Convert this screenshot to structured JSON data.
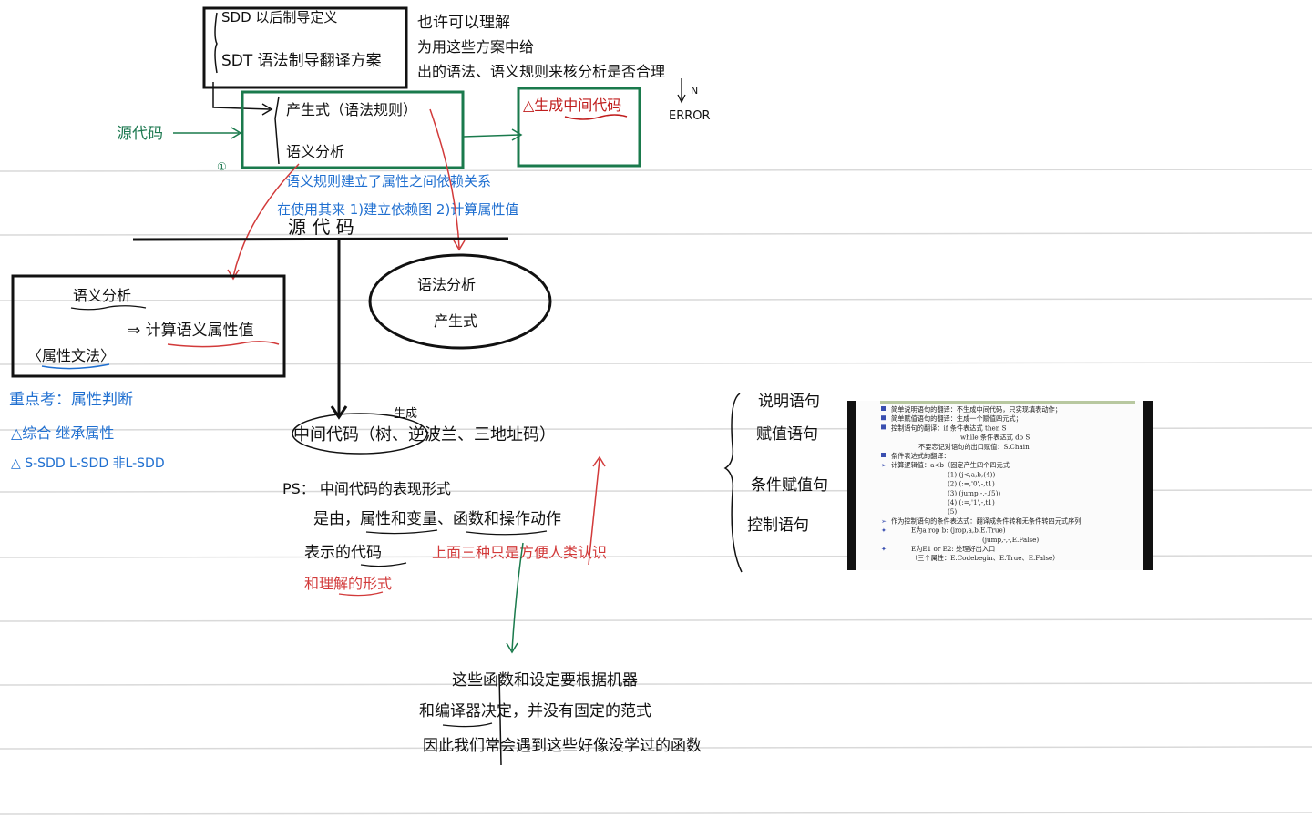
{
  "top_box": {
    "line1": "SDD 以后制导定义",
    "line2": "SDT 语法制导翻译方案"
  },
  "top_note": {
    "line1": "也许可以理解",
    "line2": "为用这些方案中给",
    "line3": "出的语法、语义规则来核分析是否合理"
  },
  "error_label": "ERROR",
  "n_label": "N",
  "source_code_left": "源代码",
  "production_box": {
    "line1": "产生式（语法规则）",
    "line2": "语义分析"
  },
  "gen_box": "△生成中间代码",
  "circle_one": "①",
  "blue_note": {
    "line1": "语义规则建立了属性之间依赖关系",
    "line2": "在使用其来  1)建立依赖图  2)计算属性值"
  },
  "source_code_center": "源  代  码",
  "semantic_box": {
    "title": "语义分析",
    "arrow_text": "⇒ 计算语义属性值",
    "attr_grammar": "〈属性文法〉"
  },
  "syntax_oval": {
    "line1": "语法分析",
    "line2": "产生式"
  },
  "blue_left": {
    "line1": "重点考：属性判断",
    "line2": "△综合  继承属性",
    "line3": "△ S-SDD   L-SDD   非L-SDD"
  },
  "intermediate": {
    "label": "中间代码（树、逆波兰、三地址码）",
    "gen_word": "生成"
  },
  "ps_note": {
    "line1": "PS：  中间代码的表现形式",
    "line2": "是由，属性和变量、函数和操作动作",
    "line3": "表示的代码",
    "line3_red": "上面三种只是方便人类认识",
    "line4_red": "和理解的形式"
  },
  "bottom_note": {
    "line1": "这些函数和设定要根据机器",
    "line2": "和编译器决定，并没有固定的范式",
    "line3": "因此我们常会遇到这些好像没学过的函数"
  },
  "statement_list": {
    "item1": "说明语句",
    "item2": "赋值语句",
    "item3": "条件赋值句",
    "item4": "控制语句"
  },
  "slide": {
    "lines": [
      "简单说明语句的翻译：不生成中间代码，只实现填表动作；",
      "简单赋值语句的翻译：生成一个赋值四元式；",
      "控制语句的翻译：if 条件表达式 then S",
      "while 条件表达式 do S",
      "不要忘记对语句的出口赋值：S.Chain",
      "条件表达式的翻译：",
      "计算逻辑值：a<b（固定产生四个四元式",
      "(1)  (j<,a,b,(4))",
      "(2)  (:=,'0',-,t1)",
      "(3)  (jump,-,-,(5))",
      "(4)  (:=,'1',-,t1)",
      "(5)",
      "作为控制语句的条件表达式：翻译成条件转和无条件转四元式序列",
      "E为a rop b: (jrop,a,b,E.True)",
      "(jump,-,-,E.False)",
      "E为E1 or E2: 处理好出入口",
      "（三个属性：E.Codebegin、E.True、E.False）"
    ]
  }
}
